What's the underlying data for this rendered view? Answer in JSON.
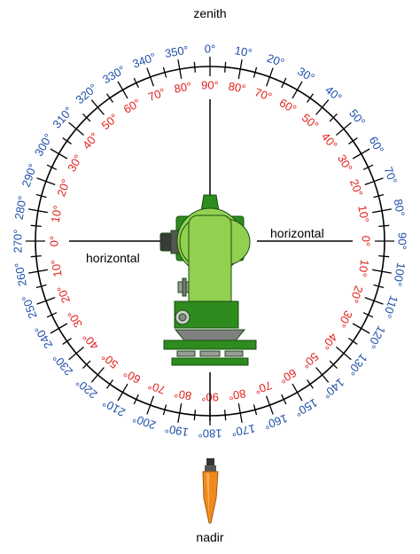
{
  "labels": {
    "top": "zenith",
    "bottom": "nadir",
    "right": "horizontal",
    "left": "horizontal"
  },
  "scales": {
    "azimuth_color": "#1f4fa8",
    "vertical_color": "#e0201b",
    "azimuth": [
      "0°",
      "10°",
      "20°",
      "30°",
      "40°",
      "50°",
      "60°",
      "70°",
      "80°",
      "90°",
      "100°",
      "110°",
      "120°",
      "130°",
      "140°",
      "150°",
      "160°",
      "170°",
      "180°",
      "190°",
      "200°",
      "210°",
      "220°",
      "230°",
      "240°",
      "250°",
      "260°",
      "270°",
      "280°",
      "290°",
      "300°",
      "310°",
      "320°",
      "330°",
      "340°",
      "350°"
    ],
    "vertical": [
      "90°",
      "80°",
      "70°",
      "60°",
      "50°",
      "40°",
      "30°",
      "20°",
      "10°",
      "0°",
      "10°",
      "20°",
      "30°",
      "40°",
      "50°",
      "60°",
      "70°",
      "80°",
      "90°",
      "80°",
      "70°",
      "60°",
      "50°",
      "40°",
      "30°",
      "20°",
      "10°",
      "0°",
      "10°",
      "20°",
      "30°",
      "40°",
      "50°",
      "60°",
      "70°",
      "80°"
    ]
  },
  "colors": {
    "instrument_dark": "#2e8b1e",
    "instrument_light": "#92d050",
    "plumb_bob": "#f08a1c"
  }
}
